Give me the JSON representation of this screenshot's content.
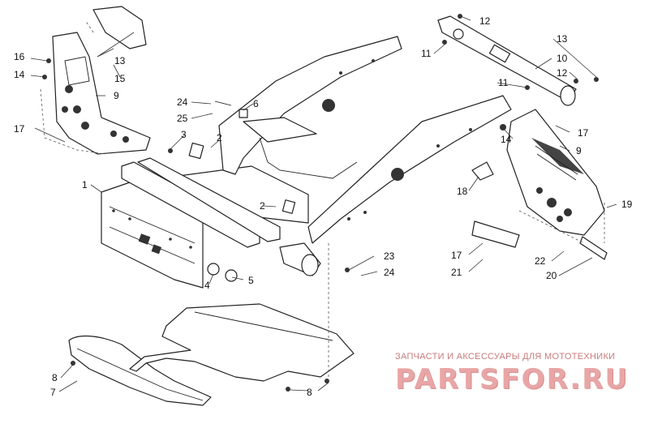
{
  "diagram": {
    "callouts": [
      {
        "id": "c1",
        "text": "1"
      },
      {
        "id": "c2a",
        "text": "2"
      },
      {
        "id": "c2b",
        "text": "2"
      },
      {
        "id": "c3",
        "text": "3"
      },
      {
        "id": "c4",
        "text": "4"
      },
      {
        "id": "c5",
        "text": "5"
      },
      {
        "id": "c6",
        "text": "6"
      },
      {
        "id": "c7",
        "text": "7"
      },
      {
        "id": "c8a",
        "text": "8"
      },
      {
        "id": "c8b",
        "text": "8"
      },
      {
        "id": "c9a",
        "text": "9"
      },
      {
        "id": "c9b",
        "text": "9"
      },
      {
        "id": "c10",
        "text": "10"
      },
      {
        "id": "c11a",
        "text": "11"
      },
      {
        "id": "c11b",
        "text": "11"
      },
      {
        "id": "c12a",
        "text": "12"
      },
      {
        "id": "c12b",
        "text": "12"
      },
      {
        "id": "c13a",
        "text": "13"
      },
      {
        "id": "c13b",
        "text": "13"
      },
      {
        "id": "c14a",
        "text": "14"
      },
      {
        "id": "c14b",
        "text": "14"
      },
      {
        "id": "c15",
        "text": "15"
      },
      {
        "id": "c16",
        "text": "16"
      },
      {
        "id": "c17a",
        "text": "17"
      },
      {
        "id": "c17b",
        "text": "17"
      },
      {
        "id": "c17c",
        "text": "17"
      },
      {
        "id": "c18",
        "text": "18"
      },
      {
        "id": "c19",
        "text": "19"
      },
      {
        "id": "c20",
        "text": "20"
      },
      {
        "id": "c21",
        "text": "21"
      },
      {
        "id": "c22",
        "text": "22"
      },
      {
        "id": "c23",
        "text": "23"
      },
      {
        "id": "c24a",
        "text": "24"
      },
      {
        "id": "c24b",
        "text": "24"
      },
      {
        "id": "c25",
        "text": "25"
      }
    ]
  },
  "watermark": {
    "tagline": "ЗАПЧАСТИ И АКСЕССУАРЫ ДЛЯ МОТОТЕХНИКИ",
    "logo": "PARTSFOR.RU"
  },
  "colors": {
    "line": "#222222",
    "watermark_text": "#c97b7b",
    "watermark_logo": "#e8a6a6"
  }
}
